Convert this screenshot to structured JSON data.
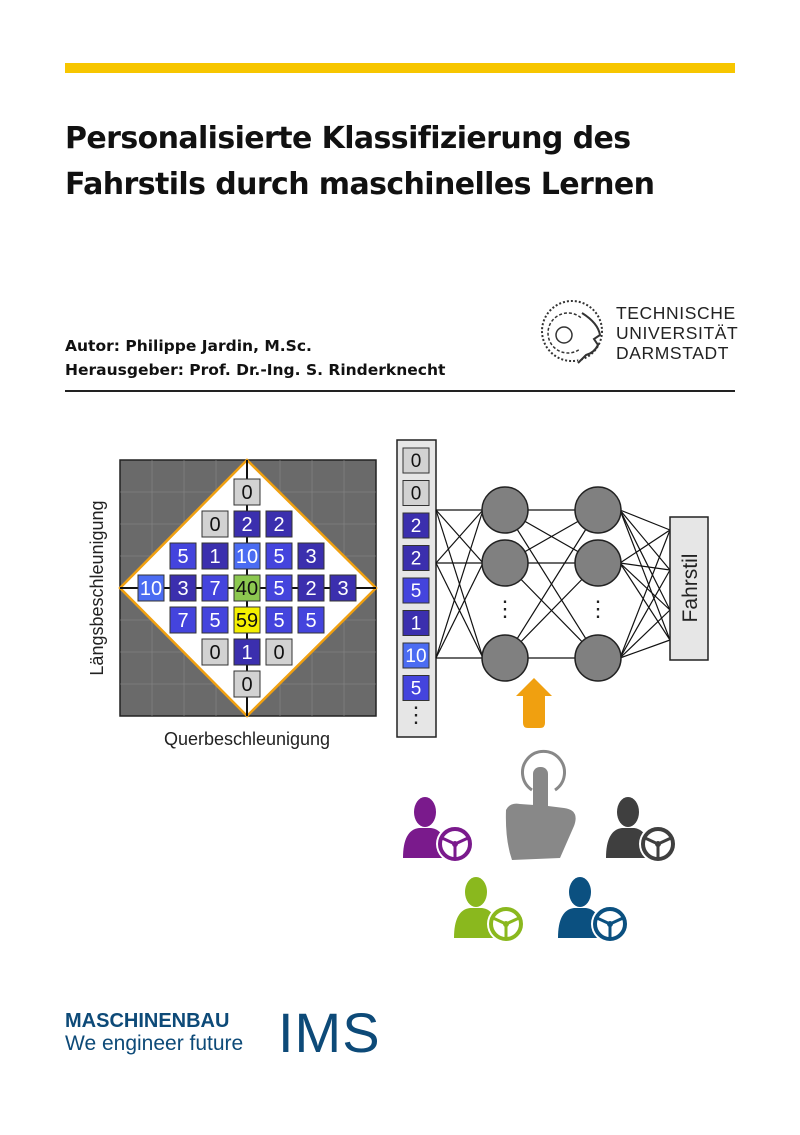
{
  "header": {
    "accent_color": "#f7c600"
  },
  "title": {
    "line1": "Personalisierte Klassifizierung des",
    "line2": "Fahrstils durch maschinelles Lernen"
  },
  "author": "Autor: Philippe Jardin, M.Sc.",
  "editor": "Herausgeber: Prof. Dr.-Ing. S. Rinderknecht",
  "university": {
    "line1": "TECHNISCHE",
    "line2": "UNIVERSITÄT",
    "line3": "DARMSTADT"
  },
  "figure": {
    "y_axis_label": "Längsbeschleunigung",
    "x_axis_label": "Querbeschleunigung",
    "grid_rows": [
      [
        null,
        null,
        null,
        0,
        null,
        null,
        null
      ],
      [
        null,
        null,
        0,
        2,
        2,
        null,
        null
      ],
      [
        null,
        5,
        1,
        10,
        5,
        3,
        null
      ],
      [
        10,
        3,
        7,
        40,
        5,
        2,
        3
      ],
      [
        null,
        7,
        5,
        59,
        5,
        5,
        null
      ],
      [
        null,
        null,
        0,
        1,
        0,
        null,
        null
      ],
      [
        null,
        null,
        null,
        0,
        null,
        null,
        null
      ]
    ],
    "feature_vector": [
      0,
      0,
      2,
      2,
      5,
      1,
      10,
      5
    ],
    "vector_ellipsis": "⋮",
    "hidden_ellipsis": "⋮",
    "output_label": "Fahrstil",
    "colors": {
      "zero": "#d2d2d2",
      "low": "#3b2fae",
      "mid": "#4444dd",
      "high": "#4b6cf2",
      "green": "#8cc850",
      "yellow": "#f4f000",
      "diamond": "#f0a010",
      "arrow": "#f0a010",
      "node": "#808080"
    },
    "driver_colors": [
      "#7a1a8c",
      "#3f3f3f",
      "#8ab81e",
      "#0b5080"
    ]
  },
  "footer": {
    "department": "MASCHINENBAU",
    "slogan": "We engineer future",
    "institute": "IMS",
    "color": "#0d4a78"
  }
}
